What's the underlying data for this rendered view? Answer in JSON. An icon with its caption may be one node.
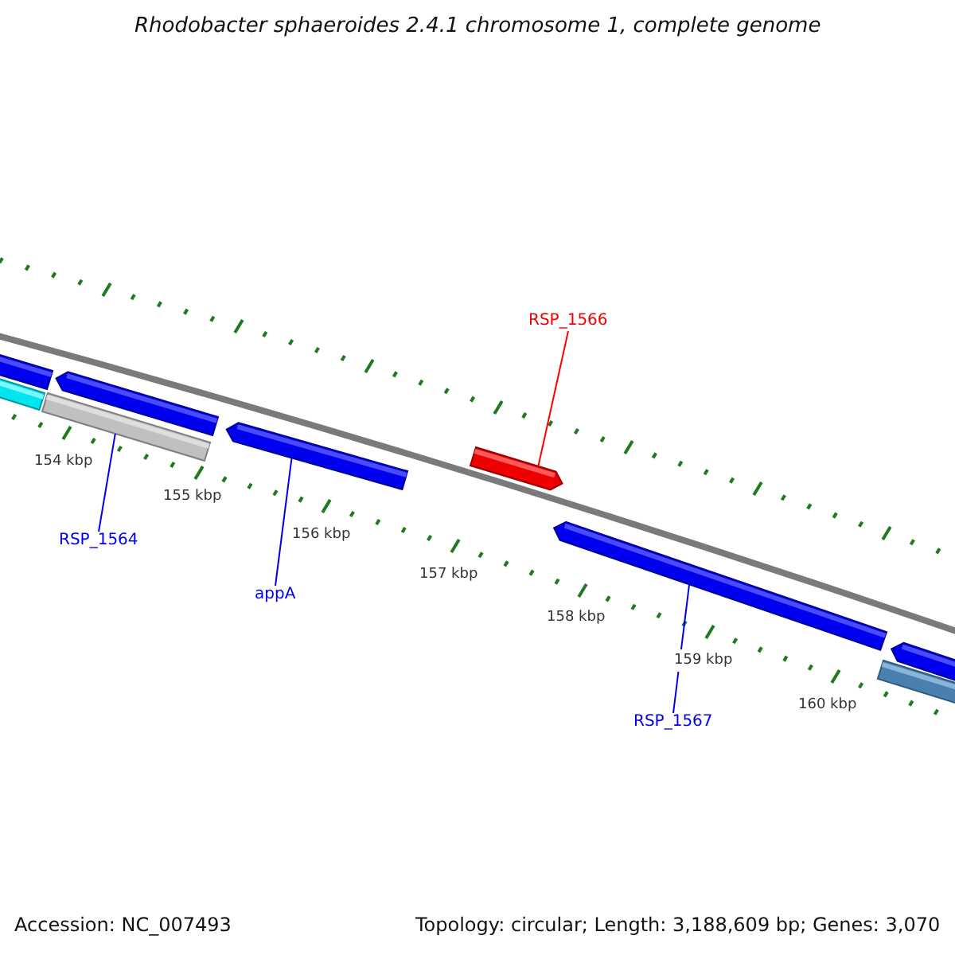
{
  "diagram": {
    "title": "Rhodobacter sphaeroides 2.4.1 chromosome 1, complete genome",
    "nodes": [
      {
        "text": [
          "RSP_1564"
        ]
      },
      {
        "text": [],
        "shape": "bar"
      },
      {
        "text": [
          "appA"
        ]
      },
      {
        "text": [],
        "shape": "bar"
      },
      {
        "text": [
          "RSP_1566"
        ]
      },
      {
        "text": [],
        "shape": "bar"
      },
      {
        "text": [
          "RSP_1567"
        ]
      },
      {
        "text": [],
        "shape": "bar"
      }
    ],
    "edges": [
      {
        "from": 0,
        "to": 1,
        "arrow": "none"
      },
      {
        "from": 2,
        "to": 3,
        "arrow": "none"
      },
      {
        "from": 4,
        "to": 5,
        "arrow": "none",
        "color": "#ff0000"
      },
      {
        "from": 6,
        "to": 7,
        "arrow": "none"
      }
    ],
    "labels": [
      "154 kbp",
      "155 kbp",
      "156 kbp",
      "157 kbp",
      "158 kbp",
      "159 kbp",
      "160 kbp",
      "Accession: NC_007493",
      "Topology: circular; Length: 3,188,609 bp; Genes: 3,070"
    ]
  }
}
